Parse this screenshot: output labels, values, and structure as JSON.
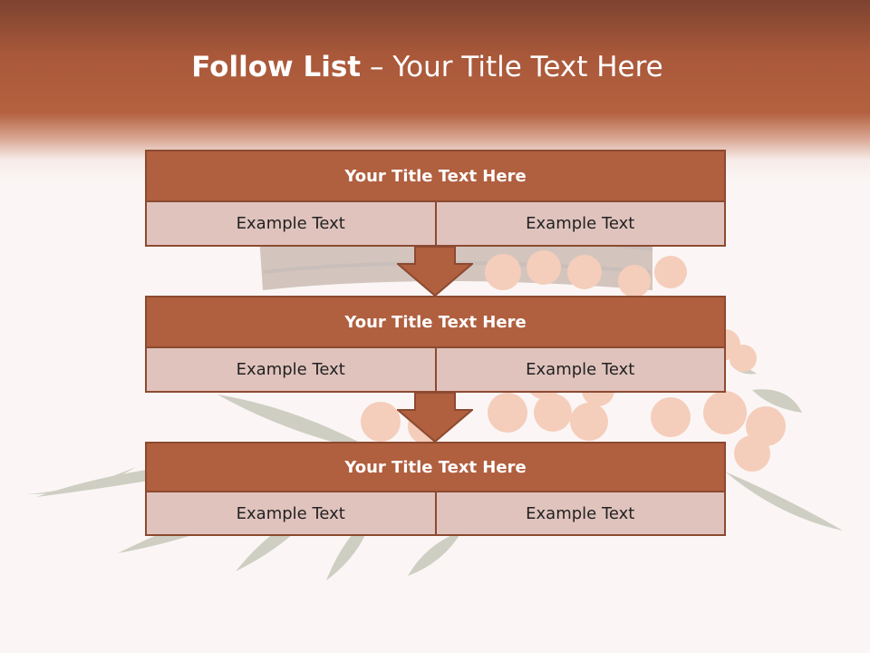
{
  "slide": {
    "title_bold": "Follow List",
    "title_rest": "– Your Title Text Here"
  },
  "blocks": [
    {
      "title": "Your Title Text Here",
      "left": "Example Text",
      "right": "Example Text"
    },
    {
      "title": "Your Title Text Here",
      "left": "Example Text",
      "right": "Example Text"
    },
    {
      "title": "Your Title Text Here",
      "left": "Example Text",
      "right": "Example Text"
    }
  ],
  "colors": {
    "accent": "#b05f3f",
    "border": "#8c4a31",
    "cell_fill": "#e0c3bd",
    "header_dark": "#7d4330"
  },
  "icons": [
    "down-arrow-icon",
    "down-arrow-icon"
  ]
}
